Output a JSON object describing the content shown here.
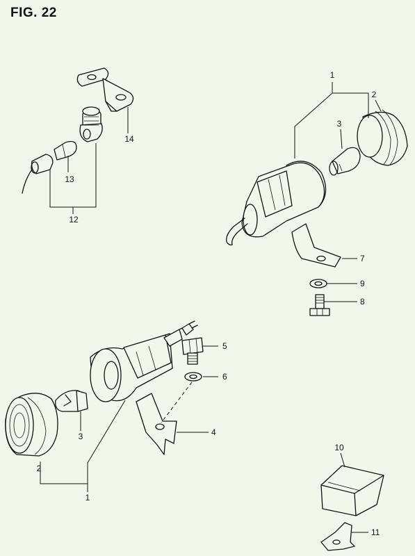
{
  "figure_title": "FIG. 22",
  "callouts": {
    "c1_top": "1",
    "c2_top": "2",
    "c3_top": "3",
    "c7": "7",
    "c9": "9",
    "c8": "8",
    "c14": "14",
    "c13": "13",
    "c12": "12",
    "c5": "5",
    "c6": "6",
    "c4": "4",
    "c3_bot": "3",
    "c2_bot": "2",
    "c1_bot": "1",
    "c10": "10",
    "c11": "11"
  }
}
